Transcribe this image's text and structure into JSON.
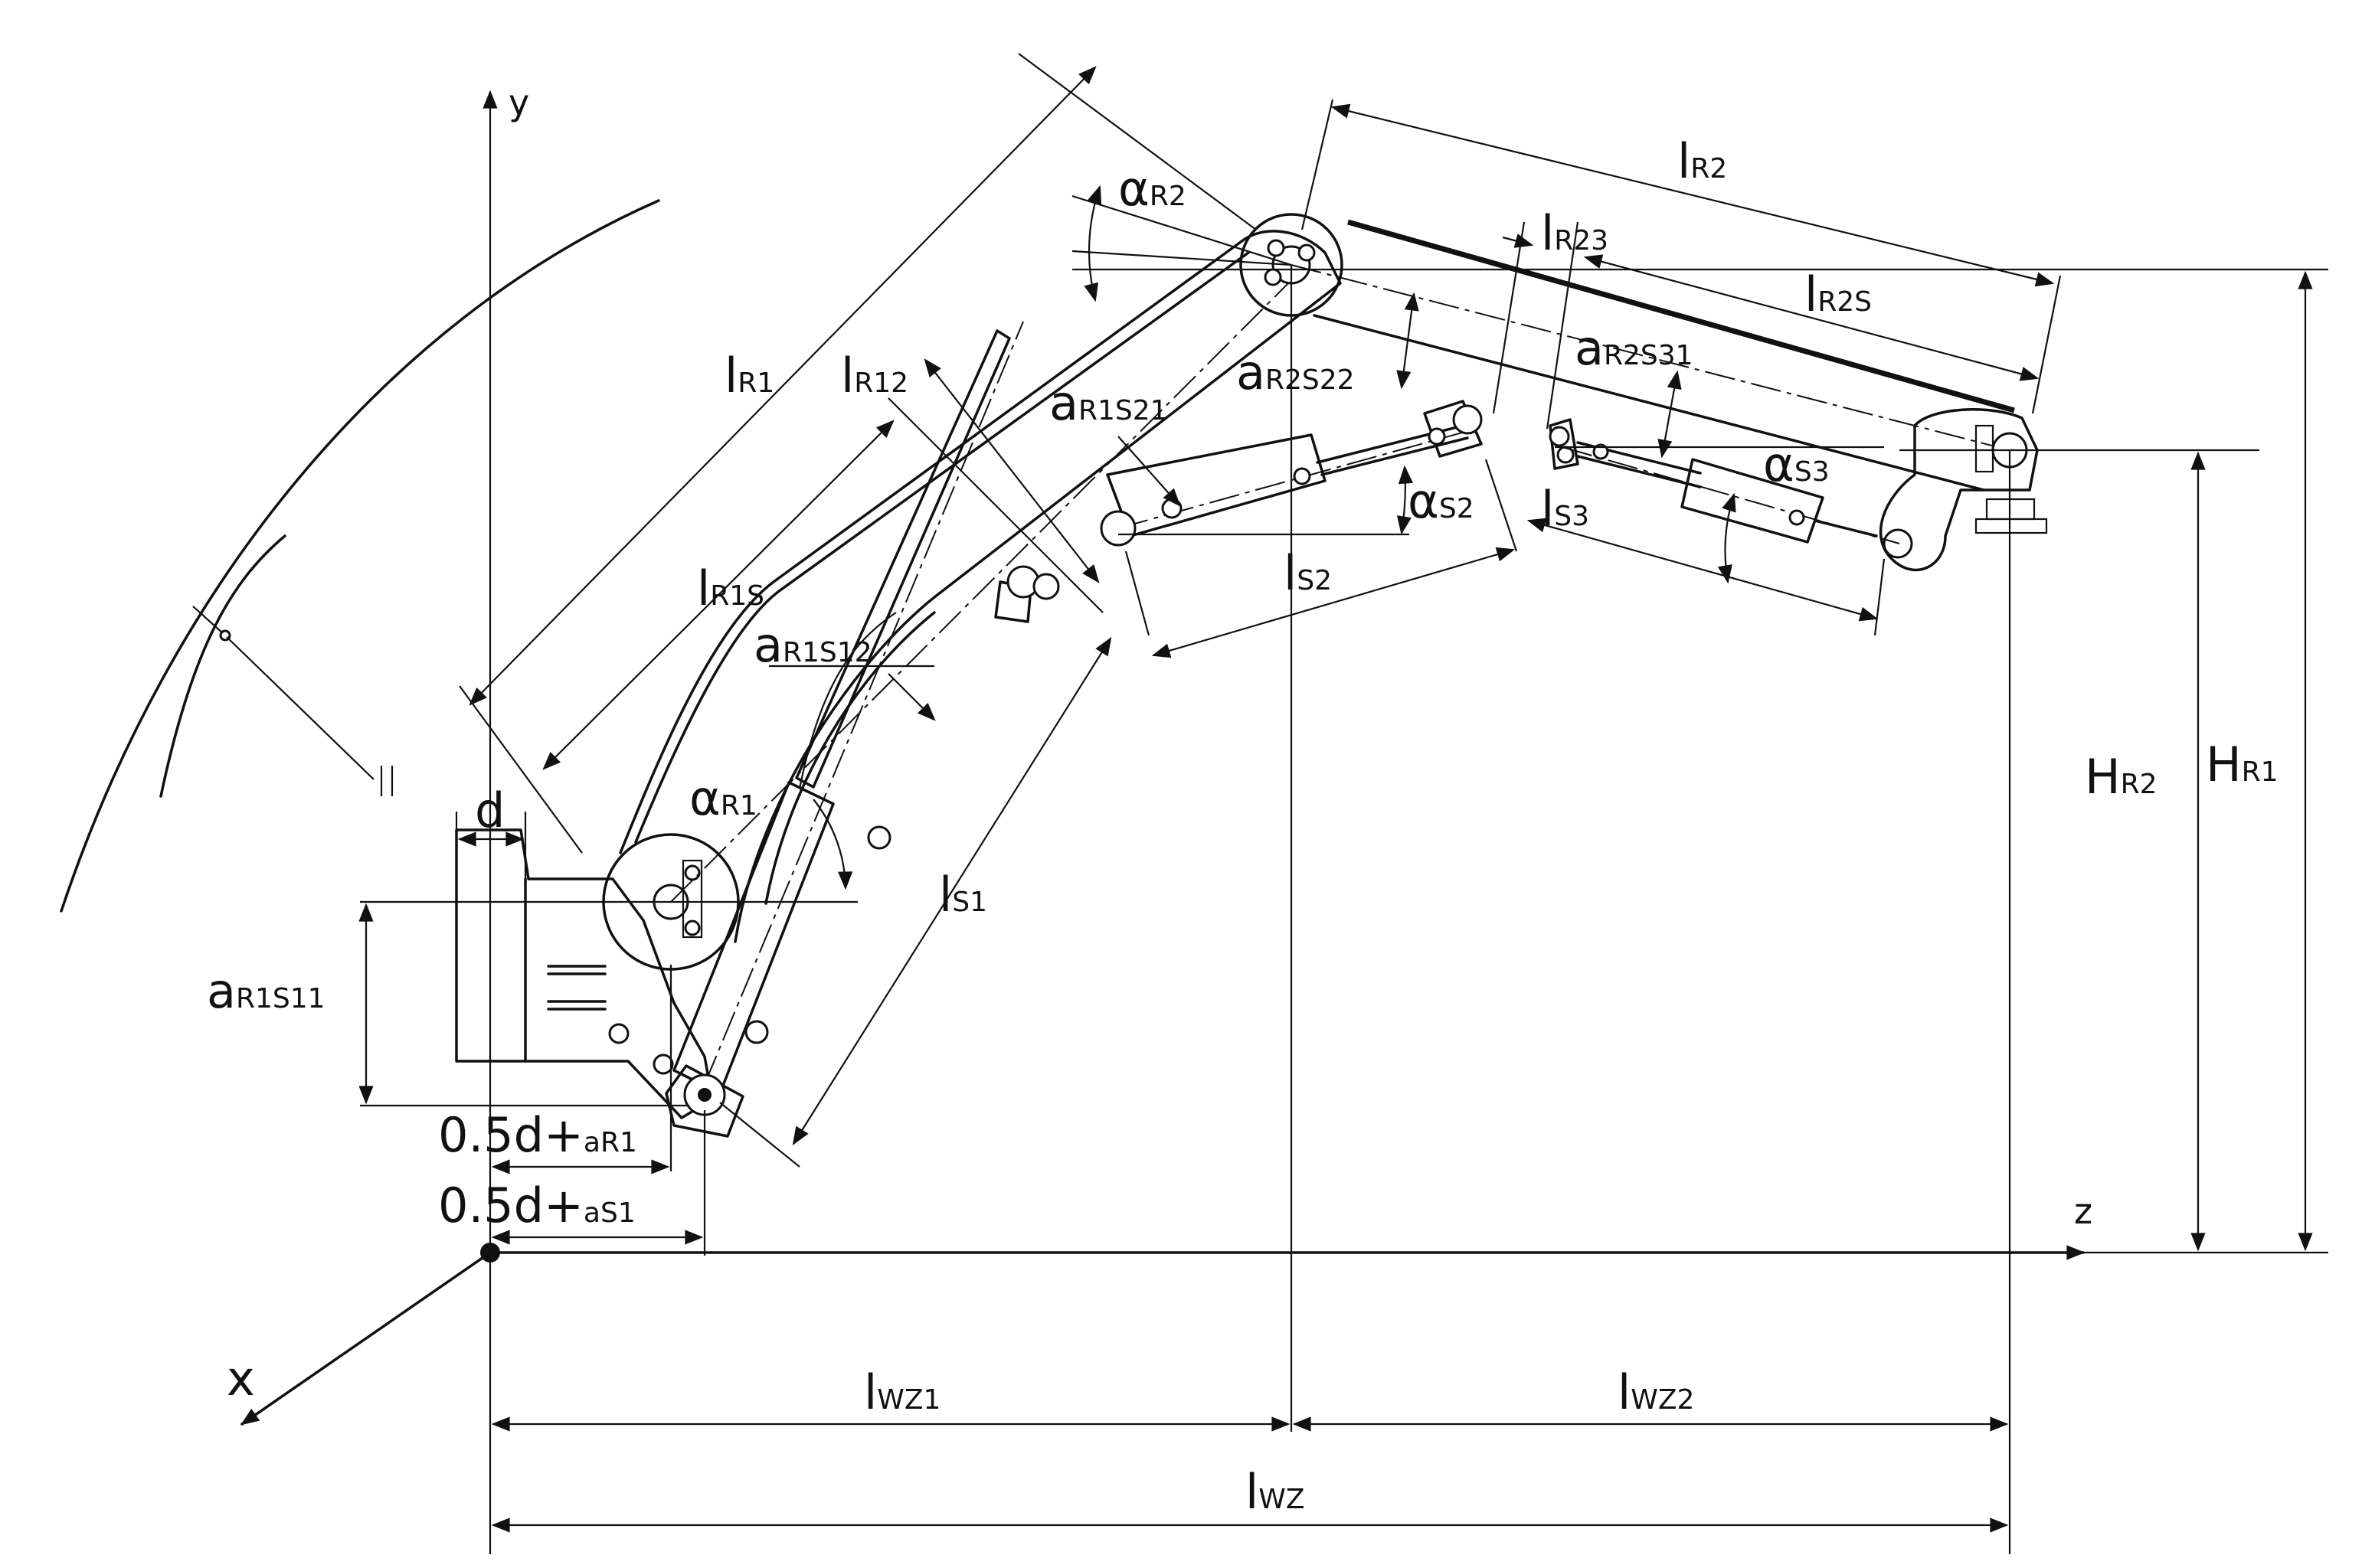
{
  "labels": {
    "y_axis": "y",
    "z_axis": "z",
    "x_axis": "x",
    "d": "d",
    "half_d_1": "0.5d+",
    "half_d_2": "0.5d+",
    "alpha": "α",
    "l": "l",
    "a": "a",
    "H": "H",
    "gap_mark": "||"
  },
  "subscripts": {
    "R1": "R1",
    "R2": "R2",
    "R12": "R12",
    "R23": "R23",
    "R1S": "R1S",
    "R2S": "R2S",
    "S1": "S1",
    "S2": "S2",
    "S3": "S3",
    "R1S21": "R1S21",
    "R1S12": "R1S12",
    "R1S11": "R1S11",
    "R2S22": "R2S22",
    "R2S31": "R2S31",
    "aR1": "aR1",
    "aS1": "aS1",
    "WZ1": "WZ1",
    "WZ2": "WZ2",
    "WZ": "WZ",
    "HR1": "R1",
    "HR2": "R2"
  },
  "colors": {
    "ink": "#111111",
    "paper": "#ffffff"
  }
}
